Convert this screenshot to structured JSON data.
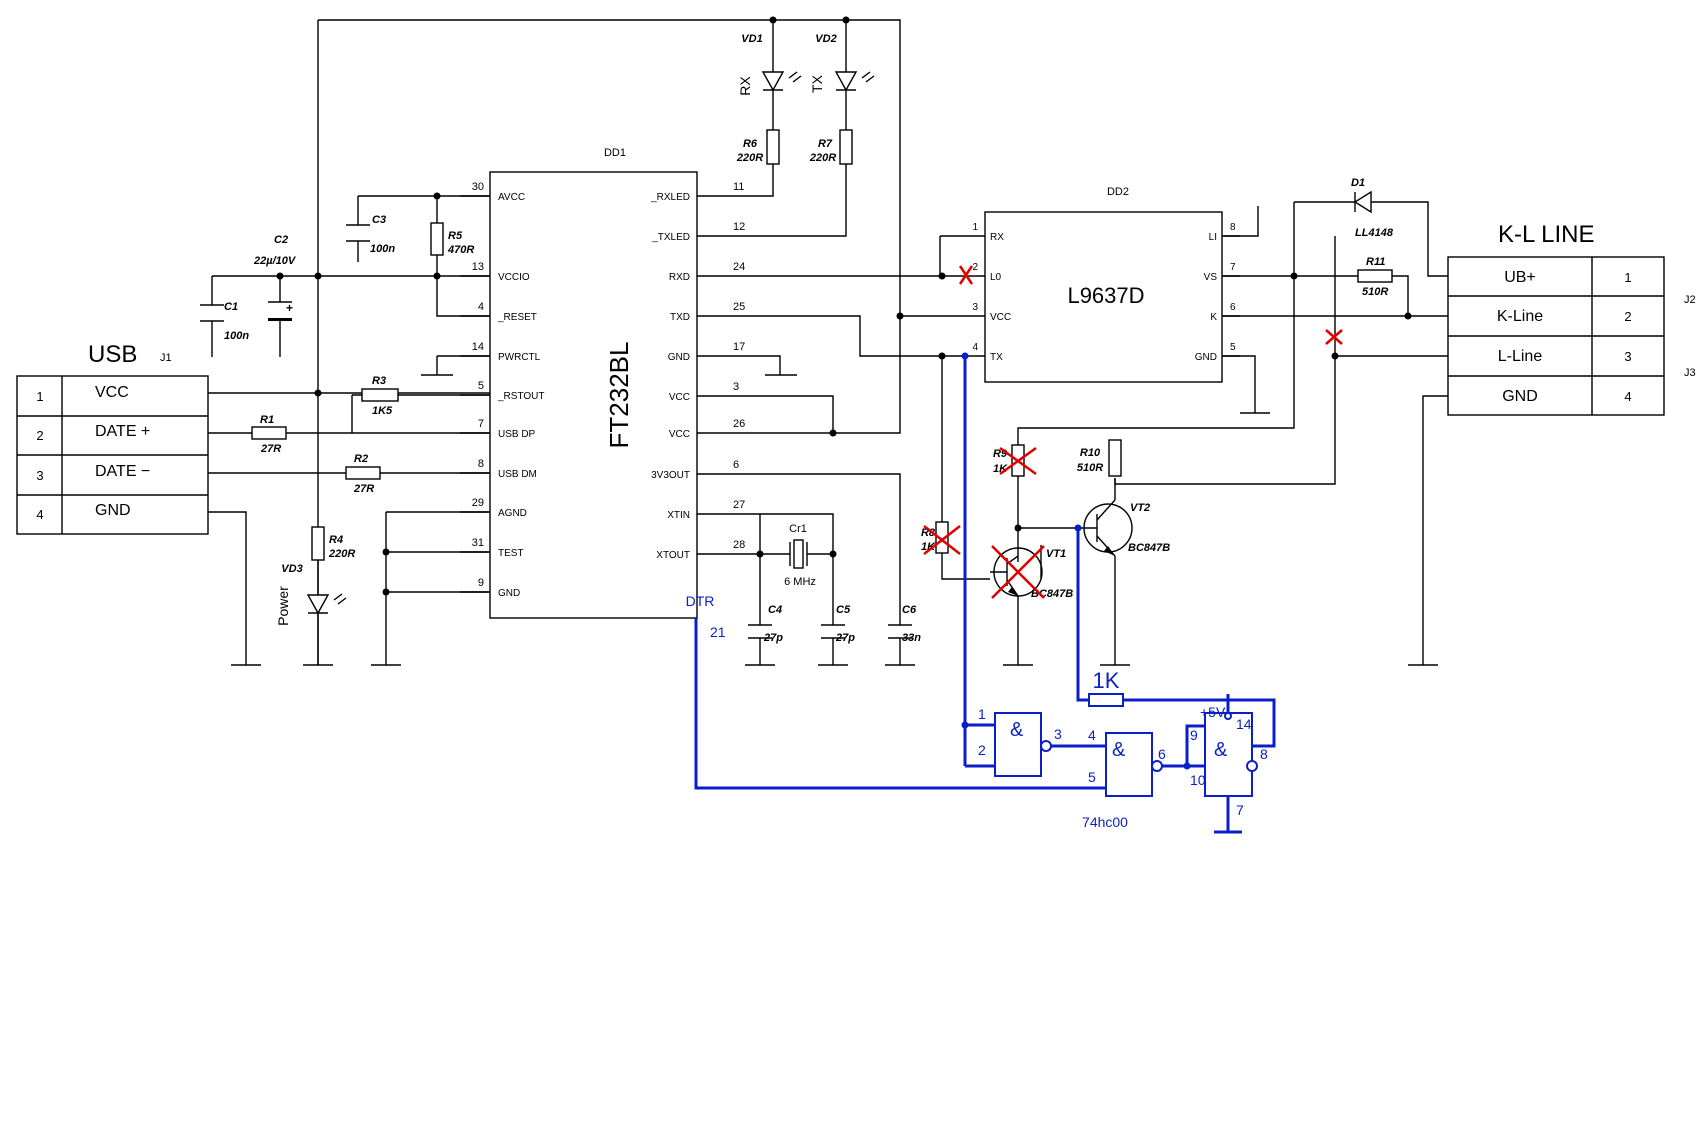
{
  "chips": {
    "dd1": {
      "ref": "DD1",
      "name": "FT232BL",
      "left_pins": [
        {
          "num": "30",
          "name": "AVCC"
        },
        {
          "num": "13",
          "name": "VCCIO"
        },
        {
          "num": "4",
          "name": "_RESET"
        },
        {
          "num": "14",
          "name": "PWRCTL"
        },
        {
          "num": "5",
          "name": "_RSTOUT"
        },
        {
          "num": "7",
          "name": "USB DP"
        },
        {
          "num": "8",
          "name": "USB DM"
        },
        {
          "num": "29",
          "name": "AGND"
        },
        {
          "num": "31",
          "name": "TEST"
        },
        {
          "num": "9",
          "name": "GND"
        }
      ],
      "right_pins": [
        {
          "num": "11",
          "name": "_RXLED"
        },
        {
          "num": "12",
          "name": "_TXLED"
        },
        {
          "num": "24",
          "name": "RXD"
        },
        {
          "num": "25",
          "name": "TXD"
        },
        {
          "num": "17",
          "name": "GND"
        },
        {
          "num": "3",
          "name": "VCC"
        },
        {
          "num": "26",
          "name": "VCC"
        },
        {
          "num": "6",
          "name": "3V3OUT"
        },
        {
          "num": "27",
          "name": "XTIN"
        },
        {
          "num": "28",
          "name": "XTOUT"
        }
      ],
      "dtr_name": "DTR",
      "dtr_num": "21"
    },
    "dd2": {
      "ref": "DD2",
      "name": "L9637D",
      "left_pins": [
        {
          "num": "1",
          "name": "RX"
        },
        {
          "num": "2",
          "name": "L0"
        },
        {
          "num": "3",
          "name": "VCC"
        },
        {
          "num": "4",
          "name": "TX"
        }
      ],
      "right_pins": [
        {
          "num": "8",
          "name": "LI"
        },
        {
          "num": "7",
          "name": "VS"
        },
        {
          "num": "6",
          "name": "K"
        },
        {
          "num": "5",
          "name": "GND"
        }
      ]
    }
  },
  "connectors": {
    "usb": {
      "title": "USB",
      "ref": "J1",
      "rows": [
        {
          "num": "1",
          "name": "VCC"
        },
        {
          "num": "2",
          "name": "DATE +"
        },
        {
          "num": "3",
          "name": "DATE −"
        },
        {
          "num": "4",
          "name": "GND"
        }
      ]
    },
    "kline": {
      "title": "K-L LINE",
      "ref_top": "J2",
      "ref_bottom": "J3",
      "rows": [
        {
          "num": "1",
          "name": "UB+"
        },
        {
          "num": "2",
          "name": "K-Line"
        },
        {
          "num": "3",
          "name": "L-Line"
        },
        {
          "num": "4",
          "name": "GND"
        }
      ]
    }
  },
  "components": {
    "c1": {
      "ref": "C1",
      "value": "100n"
    },
    "c2": {
      "ref": "C2",
      "value": "22µ/10V",
      "plus": "+"
    },
    "c3": {
      "ref": "C3",
      "value": "100n"
    },
    "c4": {
      "ref": "C4",
      "value": "27p"
    },
    "c5": {
      "ref": "C5",
      "value": "27p"
    },
    "c6": {
      "ref": "C6",
      "value": "33n"
    },
    "r1": {
      "ref": "R1",
      "value": "27R"
    },
    "r2": {
      "ref": "R2",
      "value": "27R"
    },
    "r3": {
      "ref": "R3",
      "value": "1K5"
    },
    "r4": {
      "ref": "R4",
      "value": "220R"
    },
    "r5": {
      "ref": "R5",
      "value": "470R"
    },
    "r6": {
      "ref": "R6",
      "value": "220R"
    },
    "r7": {
      "ref": "R7",
      "value": "220R"
    },
    "r8": {
      "ref": "R8",
      "value": "1K"
    },
    "r9": {
      "ref": "R9",
      "value": "1K"
    },
    "r10": {
      "ref": "R10",
      "value": "510R"
    },
    "r11": {
      "ref": "R11",
      "value": "510R"
    },
    "vd1": {
      "ref": "VD1",
      "tag": "RX"
    },
    "vd2": {
      "ref": "VD2",
      "tag": "TX"
    },
    "vd3": {
      "ref": "VD3",
      "tag": "Power"
    },
    "d1": {
      "ref": "D1",
      "value": "LL4148"
    },
    "vt1": {
      "ref": "VT1",
      "value": "BC847B"
    },
    "vt2": {
      "ref": "VT2",
      "value": "BC847B"
    },
    "cr1": {
      "ref": "Cr1",
      "value": "6 MHz"
    }
  },
  "mod": {
    "resistor_value": "1K",
    "supply": "+5V",
    "chip": "74hc00",
    "gate_symbol": "&",
    "pins": {
      "g1a": "1",
      "g1b": "2",
      "g1y": "3",
      "g2a": "4",
      "g2b": "5",
      "g2y": "6",
      "g3a": "9",
      "g3b": "10",
      "g3y": "8",
      "vcc": "14",
      "gnd": "7"
    }
  }
}
